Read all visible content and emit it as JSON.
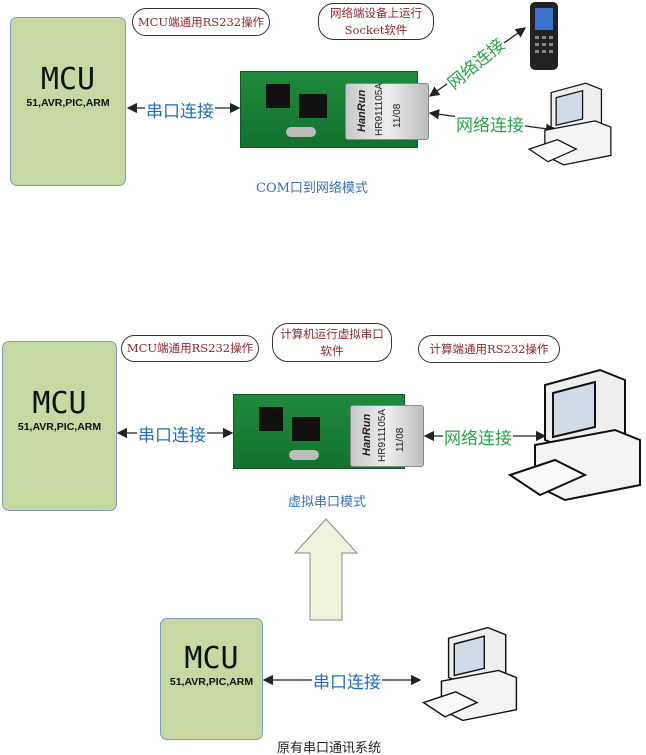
{
  "mcu": {
    "title": "MCU",
    "subtitle": "51,AVR,PIC,ARM"
  },
  "module": {
    "jack_brand": "HanRun",
    "jack_model": "HR911105A",
    "jack_date": "11/08"
  },
  "section1": {
    "bubble_mcu": "MCU端通用RS232操作",
    "bubble_net": "网络端设备上运行Socket软件",
    "serial_label": "串口连接",
    "net_label_diag": "网络连接",
    "net_label": "网络连接",
    "caption": "COM口到网络模式"
  },
  "section2": {
    "bubble_mcu": "MCU端通用RS232操作",
    "bubble_pc_soft": "计算机运行虚拟串口软件",
    "bubble_pc": "计算端通用RS232操作",
    "serial_label": "串口连接",
    "net_label": "网络连接",
    "caption": "虚拟串口模式"
  },
  "section3": {
    "serial_label": "串口连接",
    "caption": "原有串口通讯系统"
  },
  "colors": {
    "mcu_fill": "#c6d9a3",
    "serial_text": "#1f6fbf",
    "network_text": "#2ba24a",
    "bubble_text": "#8b2a2a",
    "caption": "#3a6fb5"
  }
}
